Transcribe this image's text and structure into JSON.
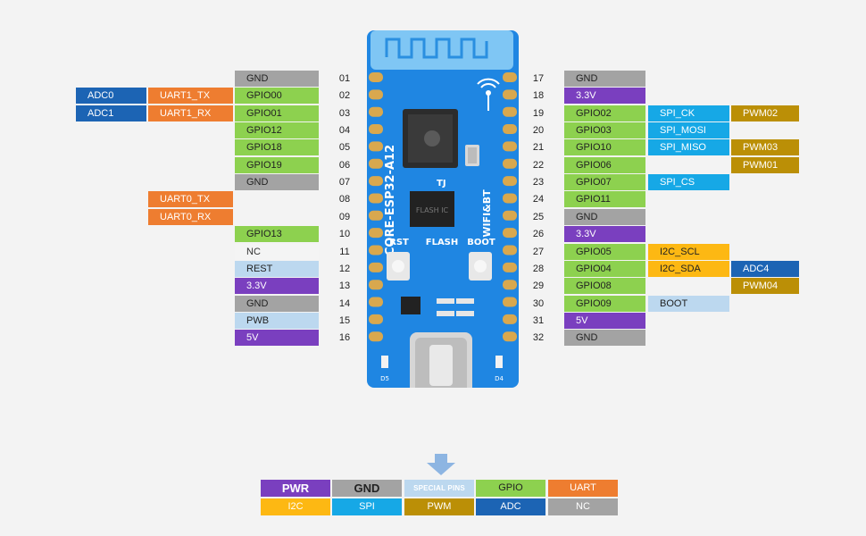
{
  "left_pins": [
    {
      "num": "01",
      "labels": [
        {
          "text": "GND",
          "type": "gnd"
        }
      ]
    },
    {
      "num": "02",
      "labels": [
        {
          "text": "GPIO00",
          "type": "gpio"
        },
        {
          "text": "UART1_TX",
          "type": "uart"
        },
        {
          "text": "ADC0",
          "type": "adc"
        }
      ]
    },
    {
      "num": "03",
      "labels": [
        {
          "text": "GPIO01",
          "type": "gpio"
        },
        {
          "text": "UART1_RX",
          "type": "uart"
        },
        {
          "text": "ADC1",
          "type": "adc"
        }
      ]
    },
    {
      "num": "04",
      "labels": [
        {
          "text": "GPIO12",
          "type": "gpio"
        }
      ]
    },
    {
      "num": "05",
      "labels": [
        {
          "text": "GPIO18",
          "type": "gpio"
        }
      ]
    },
    {
      "num": "06",
      "labels": [
        {
          "text": "GPIO19",
          "type": "gpio"
        }
      ]
    },
    {
      "num": "07",
      "labels": [
        {
          "text": "GND",
          "type": "gnd"
        }
      ]
    },
    {
      "num": "08",
      "labels": [
        null,
        {
          "text": "UART0_TX",
          "type": "uart"
        }
      ]
    },
    {
      "num": "09",
      "labels": [
        null,
        {
          "text": "UART0_RX",
          "type": "uart"
        }
      ]
    },
    {
      "num": "10",
      "labels": [
        {
          "text": "GPIO13",
          "type": "gpio"
        }
      ]
    },
    {
      "num": "11",
      "labels": [
        {
          "text": "NC",
          "type": "nc"
        }
      ]
    },
    {
      "num": "12",
      "labels": [
        {
          "text": "REST",
          "type": "spec"
        }
      ]
    },
    {
      "num": "13",
      "labels": [
        {
          "text": "3.3V",
          "type": "pwr"
        }
      ]
    },
    {
      "num": "14",
      "labels": [
        {
          "text": "GND",
          "type": "gnd"
        }
      ]
    },
    {
      "num": "15",
      "labels": [
        {
          "text": "PWB",
          "type": "spec"
        }
      ]
    },
    {
      "num": "16",
      "labels": [
        {
          "text": "5V",
          "type": "pwr"
        }
      ]
    }
  ],
  "right_pins": [
    {
      "num": "17",
      "labels": [
        {
          "text": "GND",
          "type": "gnd"
        }
      ]
    },
    {
      "num": "18",
      "labels": [
        {
          "text": "3.3V",
          "type": "pwr"
        }
      ]
    },
    {
      "num": "19",
      "labels": [
        {
          "text": "GPIO02",
          "type": "gpio"
        },
        {
          "text": "SPI_CK",
          "type": "spi"
        },
        {
          "text": "PWM02",
          "type": "pwm"
        }
      ]
    },
    {
      "num": "20",
      "labels": [
        {
          "text": "GPIO03",
          "type": "gpio"
        },
        {
          "text": "SPI_MOSI",
          "type": "spi"
        }
      ]
    },
    {
      "num": "21",
      "labels": [
        {
          "text": "GPIO10",
          "type": "gpio"
        },
        {
          "text": "SPI_MISO",
          "type": "spi"
        },
        {
          "text": "PWM03",
          "type": "pwm"
        }
      ]
    },
    {
      "num": "22",
      "labels": [
        {
          "text": "GPIO06",
          "type": "gpio"
        },
        null,
        {
          "text": "PWM01",
          "type": "pwm"
        }
      ]
    },
    {
      "num": "23",
      "labels": [
        {
          "text": "GPIO07",
          "type": "gpio"
        },
        {
          "text": "SPI_CS",
          "type": "spi"
        }
      ]
    },
    {
      "num": "24",
      "labels": [
        {
          "text": "GPIO11",
          "type": "gpio"
        }
      ]
    },
    {
      "num": "25",
      "labels": [
        {
          "text": "GND",
          "type": "gnd"
        }
      ]
    },
    {
      "num": "26",
      "labels": [
        {
          "text": "3.3V",
          "type": "pwr"
        }
      ]
    },
    {
      "num": "27",
      "labels": [
        {
          "text": "GPIO05",
          "type": "gpio"
        },
        {
          "text": "I2C_SCL",
          "type": "i2c"
        }
      ]
    },
    {
      "num": "28",
      "labels": [
        {
          "text": "GPIO04",
          "type": "gpio"
        },
        {
          "text": "I2C_SDA",
          "type": "i2c"
        },
        {
          "text": "ADC4",
          "type": "adc"
        }
      ]
    },
    {
      "num": "29",
      "labels": [
        {
          "text": "GPIO08",
          "type": "gpio"
        },
        null,
        {
          "text": "PWM04",
          "type": "pwm"
        }
      ]
    },
    {
      "num": "30",
      "labels": [
        {
          "text": "GPIO09",
          "type": "gpio"
        },
        {
          "text": "BOOT",
          "type": "spec"
        }
      ]
    },
    {
      "num": "31",
      "labels": [
        {
          "text": "5V",
          "type": "pwr"
        }
      ]
    },
    {
      "num": "32",
      "labels": [
        {
          "text": "GND",
          "type": "gnd"
        }
      ]
    }
  ],
  "board": {
    "name": "CORE-ESP32-A12",
    "wifi": "WIFI&BT",
    "rst": "RST",
    "flash": "FLASH",
    "boot": "BOOT",
    "d5": "D5",
    "d4": "D4",
    "chip_mark": "TJ"
  },
  "legend": [
    {
      "text": "PWR",
      "type": "pwr",
      "style": "big"
    },
    {
      "text": "GND",
      "type": "gnd",
      "style": "big"
    },
    {
      "text": "SPECIAL PINS",
      "type": "spec",
      "style": "small"
    },
    {
      "text": "GPIO",
      "type": "gpio",
      "style": ""
    },
    {
      "text": "UART",
      "type": "uart",
      "style": ""
    },
    {
      "text": "I2C",
      "type": "i2c",
      "style": ""
    },
    {
      "text": "SPI",
      "type": "spi",
      "style": ""
    },
    {
      "text": "PWM",
      "type": "pwm",
      "style": ""
    },
    {
      "text": "ADC",
      "type": "adc",
      "style": ""
    },
    {
      "text": "NC",
      "type": "nc2",
      "style": ""
    }
  ],
  "colors": {
    "board_blue": "#1a7fd8",
    "pad_gold": "#d9a84e"
  }
}
